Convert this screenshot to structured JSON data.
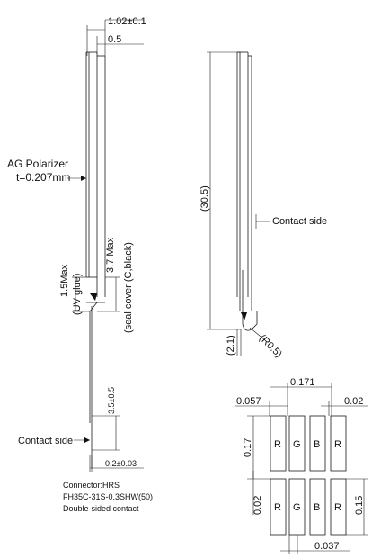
{
  "left_view": {
    "dim_top_total": "1.02±0.1",
    "dim_top_inner": "0.5",
    "polarizer_line1": "AG Polarizer",
    "polarizer_line2": "t=0.207mm",
    "dim_glue_max": "1.5Max",
    "glue_label": "(UV glue)",
    "dim_seal_max": "3.7 Max",
    "seal_label": "(seal cover (C,black)",
    "dim_contact_len": "3.5±0.5",
    "contact_side": "Contact side",
    "dim_contact_w": "0.2±0.03"
  },
  "right_view": {
    "dim_height": "(30.5)",
    "contact_side": "Contact side",
    "dim_bottom": "(2.1)",
    "radius": "(R0.5)"
  },
  "connector": {
    "line1": "Connector:HRS",
    "line2": "FH35C-31S-0.3SHW(50)",
    "line3": "Double-sided contact"
  },
  "pixels_detail": {
    "dim_pitch": "0.171",
    "dim_left_gap": "0.057",
    "dim_right_gap": "0.02",
    "dim_height_top": "0.17",
    "dim_gap_between": "0.02",
    "dim_height_bottom": "0.15",
    "dim_bottom_w": "0.037",
    "top_row": [
      "R",
      "G",
      "B",
      "R"
    ],
    "bottom_row": [
      "R",
      "G",
      "B",
      "R"
    ]
  }
}
